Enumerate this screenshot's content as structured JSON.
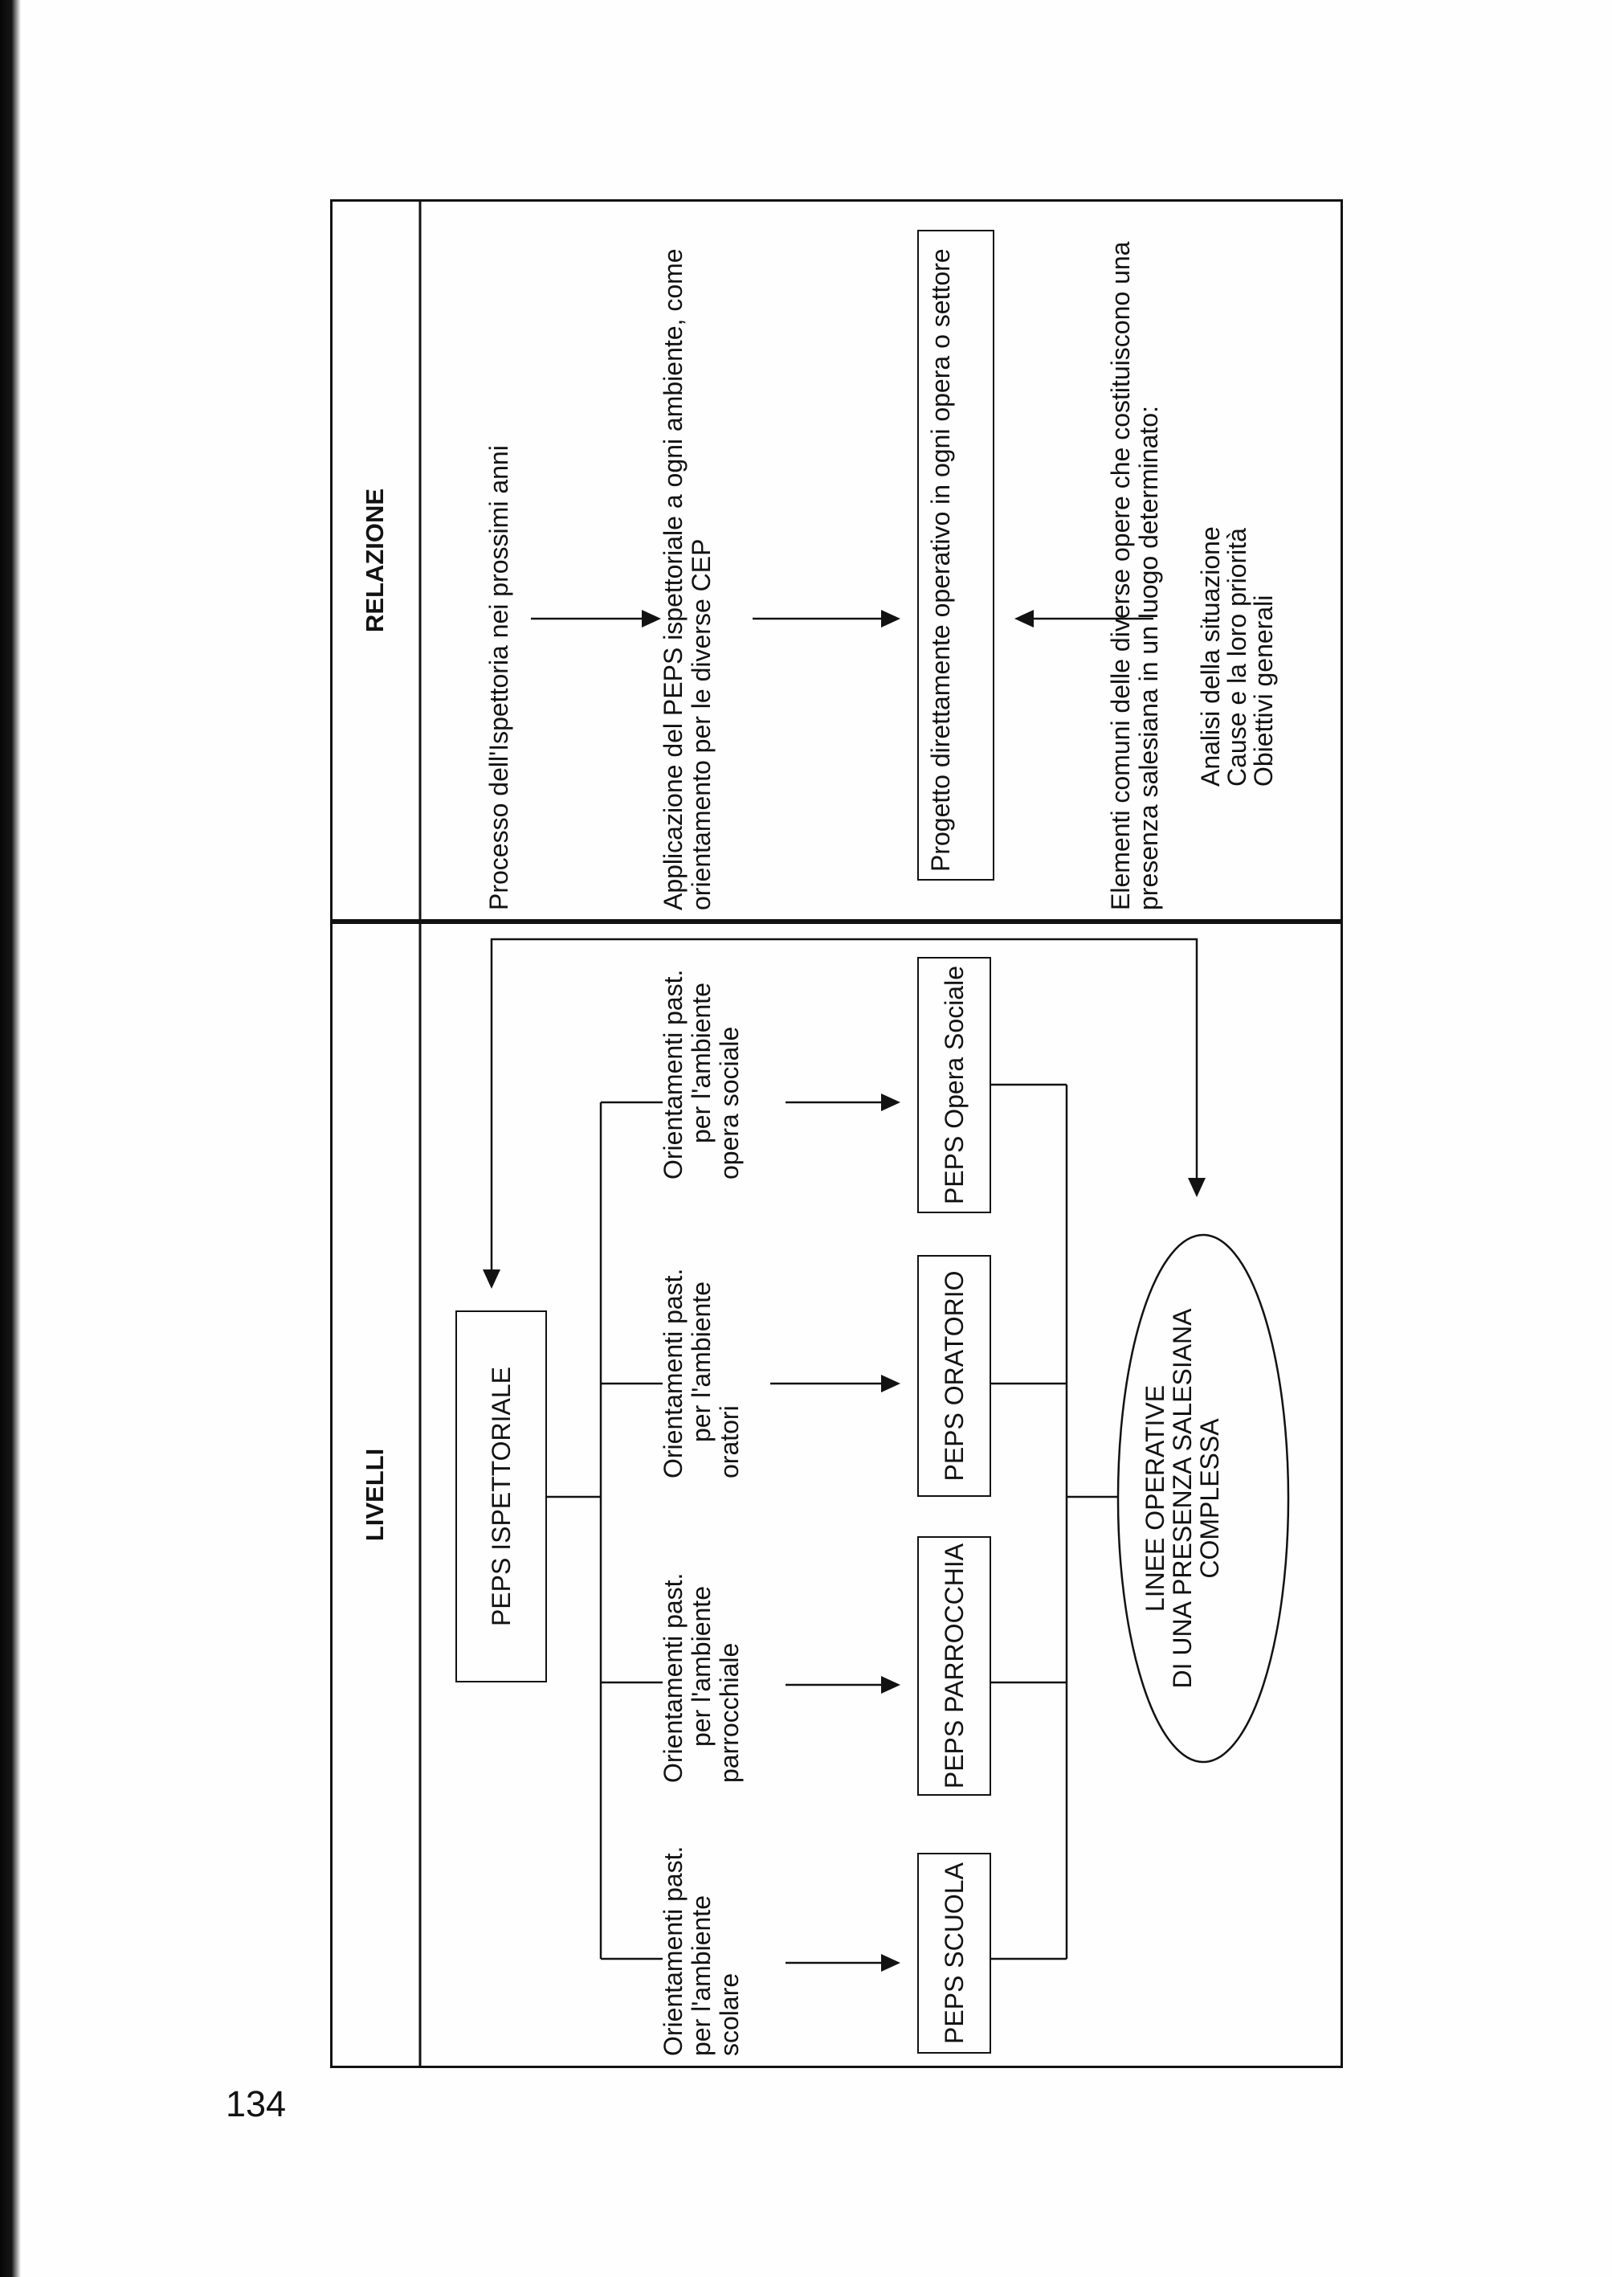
{
  "page_number": "134",
  "table": {
    "headers": {
      "livelli": "LIVELLI",
      "relazione": "RELAZIONE"
    },
    "livelli": {
      "top_box": "PEPS ISPETTORIALE",
      "branches": [
        {
          "lines": [
            "Orientamenti past.",
            "per l'ambiente",
            "scolare"
          ],
          "box": "PEPS SCUOLA"
        },
        {
          "lines": [
            "Orientamenti past.",
            "per l'ambiente",
            "parrocchiale"
          ],
          "box": "PEPS PARROCCHIA"
        },
        {
          "lines": [
            "Orientamenti past.",
            "per l'ambiente",
            "oratori"
          ],
          "box": "PEPS ORATORIO"
        },
        {
          "lines": [
            "Orientamenti past.",
            "per l'ambiente",
            "opera sociale"
          ],
          "box": "PEPS Opera Sociale"
        }
      ],
      "ellipse_lines": [
        "LINEE OPERATIVE",
        "DI UNA PRESENZA SALESIANA",
        "COMPLESSA"
      ]
    },
    "relazione": {
      "processo": "Processo dell'Ispettoria nei prossimi anni",
      "applicazione": [
        "Applicazione del PEPS ispettoriale a ogni ambiente, come",
        "orientamento per le diverse CEP"
      ],
      "progetto_box": "Progetto direttamente operativo in ogni opera o settore",
      "elementi": [
        "Elementi comuni delle diverse opere che costituiscono una",
        "presenza salesiana in un luogo determinato:"
      ],
      "elementi_list": [
        "Analisi della situazione",
        "Cause e la loro priorità",
        "Obiettivi generali"
      ]
    }
  }
}
